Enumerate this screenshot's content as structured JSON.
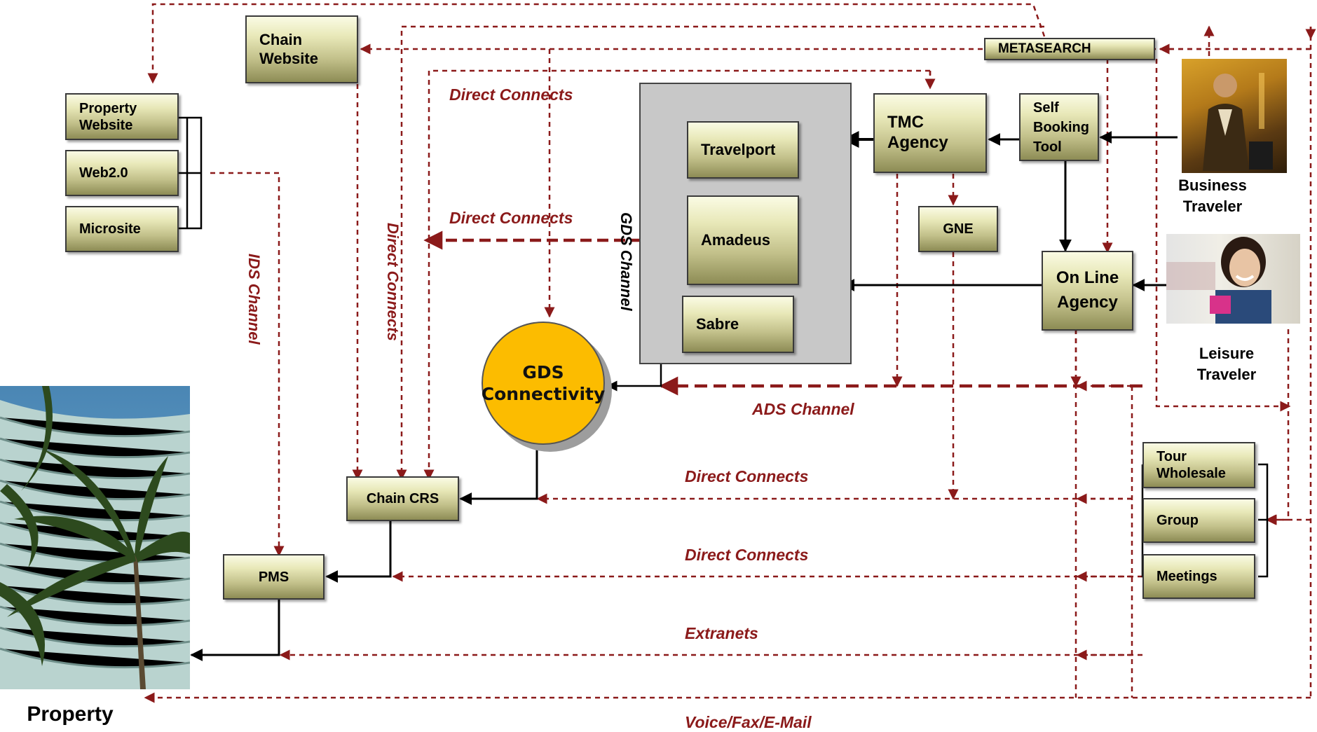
{
  "boxes": {
    "chain_website": "Chain\nWebsite",
    "property_website": "Property\nWebsite",
    "web20": "Web2.0",
    "microsite": "Microsite",
    "metasearch": "METASEARCH",
    "tmc_agency": "TMC\nAgency",
    "self_booking_tool": "Self\nBooking\nTool",
    "travelport": "Travelport",
    "amadeus": "Amadeus",
    "sabre": "Sabre",
    "gne": "GNE",
    "online_agency": "On Line\nAgency",
    "gds_connectivity": "GDS\nConnectivity",
    "chain_crs": "Chain CRS",
    "pms": "PMS",
    "tour_wholesale": "Tour\nWholesale",
    "group": "Group",
    "meetings": "Meetings"
  },
  "labels": {
    "direct_connects_1": "Direct Connects",
    "direct_connects_2": "Direct Connects",
    "direct_connects_vertical": "Direct Connects",
    "ids_channel": "IDS Channel",
    "gds_channel": "GDS Channel",
    "ads_channel": "ADS Channel",
    "direct_connects_3": "Direct Connects",
    "direct_connects_4": "Direct Connects",
    "extranets": "Extranets",
    "voice_fax_email": "Voice/Fax/E-Mail",
    "business_traveler": "Business\nTraveler",
    "leisure_traveler": "Leisure\nTraveler",
    "property": "Property"
  },
  "colors": {
    "dashed_line": "#8b1a1a",
    "solid_line": "#000000",
    "circle_fill": "#fcbc00",
    "gds_panel": "#c8c8c8"
  }
}
